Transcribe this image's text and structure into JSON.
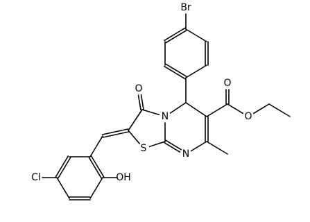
{
  "molecule": {
    "atoms": [
      {
        "id": "Br",
        "symbol": "Br"
      },
      {
        "id": "O1",
        "symbol": "O"
      },
      {
        "id": "O2",
        "symbol": "O"
      },
      {
        "id": "O3",
        "symbol": "O"
      },
      {
        "id": "N",
        "symbol": "N"
      },
      {
        "id": "N2",
        "symbol": "N"
      },
      {
        "id": "S",
        "symbol": "S"
      },
      {
        "id": "Cl",
        "symbol": "Cl"
      },
      {
        "id": "OH",
        "symbol": "OH"
      }
    ],
    "bonds": [
      [
        "Br",
        "c1",
        1
      ],
      [
        "c1",
        "c2",
        1
      ],
      [
        "c2",
        "c3",
        2
      ],
      [
        "c3",
        "c4",
        1
      ],
      [
        "c4",
        "c5",
        2
      ],
      [
        "c5",
        "c6",
        1
      ],
      [
        "c6",
        "c1",
        2
      ],
      [
        "c4",
        "C5",
        1
      ],
      [
        "C5",
        "C6",
        1
      ],
      [
        "C6",
        "C7",
        2
      ],
      [
        "C7",
        "N2",
        1
      ],
      [
        "N2",
        "C8a",
        2
      ],
      [
        "C8a",
        "N",
        1
      ],
      [
        "N",
        "C5",
        1
      ],
      [
        "C8a",
        "S",
        1
      ],
      [
        "S",
        "C2",
        1
      ],
      [
        "C2",
        "C3",
        1
      ],
      [
        "C3",
        "N",
        1
      ],
      [
        "C3",
        "O1",
        2
      ],
      [
        "C7",
        "Me",
        1
      ],
      [
        "C6",
        "Cest",
        1
      ],
      [
        "Cest",
        "O2",
        2
      ],
      [
        "Cest",
        "O3",
        1
      ],
      [
        "O3",
        "Et1",
        1
      ],
      [
        "Et1",
        "Et2",
        1
      ],
      [
        "C2",
        "CH",
        2
      ],
      [
        "CH",
        "a1",
        1
      ],
      [
        "a1",
        "a2",
        1
      ],
      [
        "a2",
        "a3",
        2
      ],
      [
        "a3",
        "a4",
        1
      ],
      [
        "a4",
        "a5",
        2
      ],
      [
        "a5",
        "a6",
        1
      ],
      [
        "a6",
        "a1",
        2
      ],
      [
        "a3",
        "Cl",
        1
      ],
      [
        "a6",
        "OH",
        1
      ]
    ]
  }
}
